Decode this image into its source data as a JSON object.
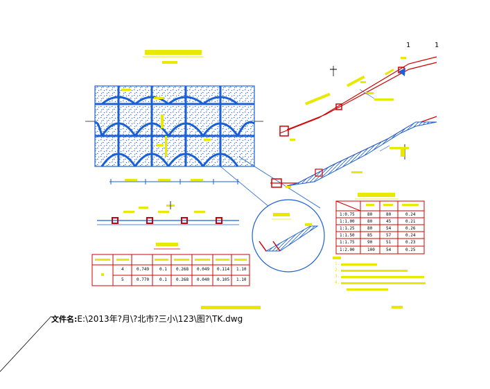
{
  "sheet": {
    "page_marks": [
      "1",
      "1"
    ],
    "path_label": "文件名:",
    "path_value": "E:\\2013年?月\\?北市?三小\\123\\图?\\TK.dwg"
  },
  "table_main": {
    "rows": [
      [
        "4",
        "0.749",
        "0.1",
        "0.268",
        "0.049",
        "0.114",
        "1.10"
      ],
      [
        "5",
        "0.770",
        "0.1",
        "0.268",
        "0.040",
        "0.105",
        "1.10"
      ]
    ]
  },
  "table_platform": {
    "rows": [
      [
        "1:0.75",
        "80",
        "80",
        "0.24"
      ],
      [
        "1:1.00",
        "80",
        "45",
        "0.21"
      ],
      [
        "1:1.25",
        "80",
        "54",
        "0.26"
      ],
      [
        "1:1.50",
        "85",
        "57",
        "0.24"
      ],
      [
        "1:1.75",
        "90",
        "51",
        "0.23"
      ],
      [
        "1:2.00",
        "100",
        "54",
        "0.25"
      ]
    ]
  },
  "notes": {
    "items": [
      "1.",
      "2.",
      "3.",
      "4."
    ]
  },
  "colors": {
    "frame": "#000000",
    "red": "#d00000",
    "blue": "#1a5fd6",
    "yellow": "#e8e800"
  }
}
